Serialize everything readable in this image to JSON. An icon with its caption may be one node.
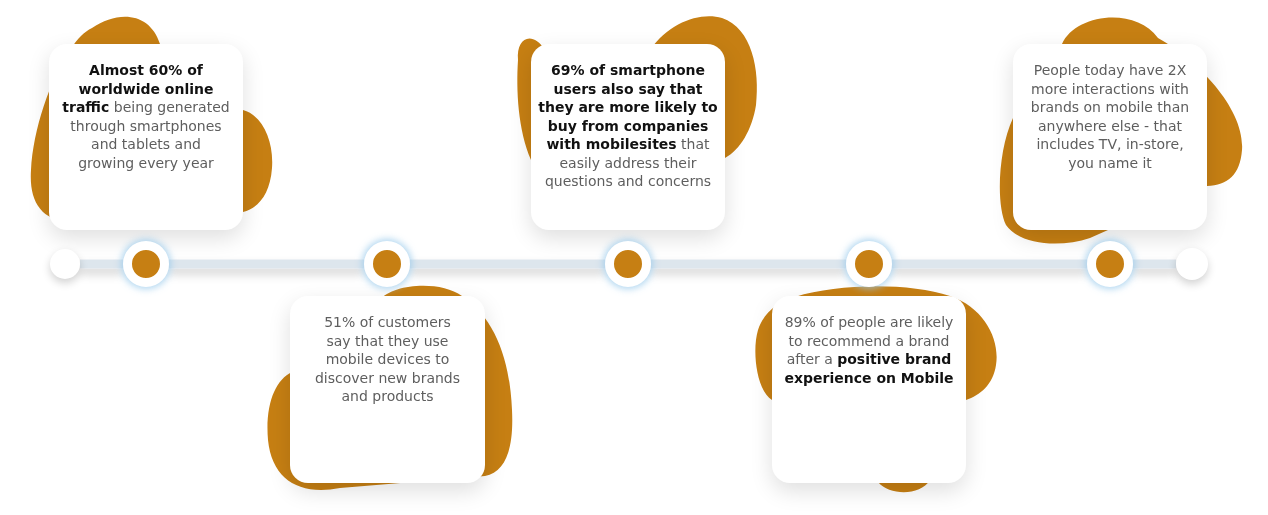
{
  "diagram": {
    "nodes": [
      {
        "text": [
          "**Almost 60% of worldwide online traffic** being generated through smartphones and tablets and growing every year"
        ]
      },
      {
        "text": [
          "51% of customers say that they use mobile devices to discover new brands and products"
        ]
      },
      {
        "text": [
          "**69% of smartphone users also say that they are more likely to buy from companies with mobilesites** that easily address their questions and concerns"
        ]
      },
      {
        "text": [
          "89% of people are likely to recommend a brand after a **positive brand experience on Mobile**"
        ]
      },
      {
        "text": [
          "People today have 2X more interactions with brands on mobile than anywhere else - that includes TV, in-store, you name it"
        ]
      },
      {
        "text": [],
        "shape": "circle"
      },
      {
        "text": [],
        "shape": "circle"
      },
      {
        "text": [],
        "shape": "circle"
      },
      {
        "text": [],
        "shape": "circle"
      },
      {
        "text": [],
        "shape": "circle"
      },
      {
        "text": [],
        "shape": "circle"
      },
      {
        "text": [],
        "shape": "circle"
      }
    ],
    "edges": [
      {
        "from": 5,
        "to": 6,
        "arrow": "none"
      },
      {
        "from": 6,
        "to": 7,
        "arrow": "none"
      },
      {
        "from": 7,
        "to": 8,
        "arrow": "none"
      },
      {
        "from": 8,
        "to": 9,
        "arrow": "none"
      },
      {
        "from": 9,
        "to": 10,
        "arrow": "none"
      },
      {
        "from": 10,
        "to": 11,
        "arrow": "none"
      }
    ]
  }
}
